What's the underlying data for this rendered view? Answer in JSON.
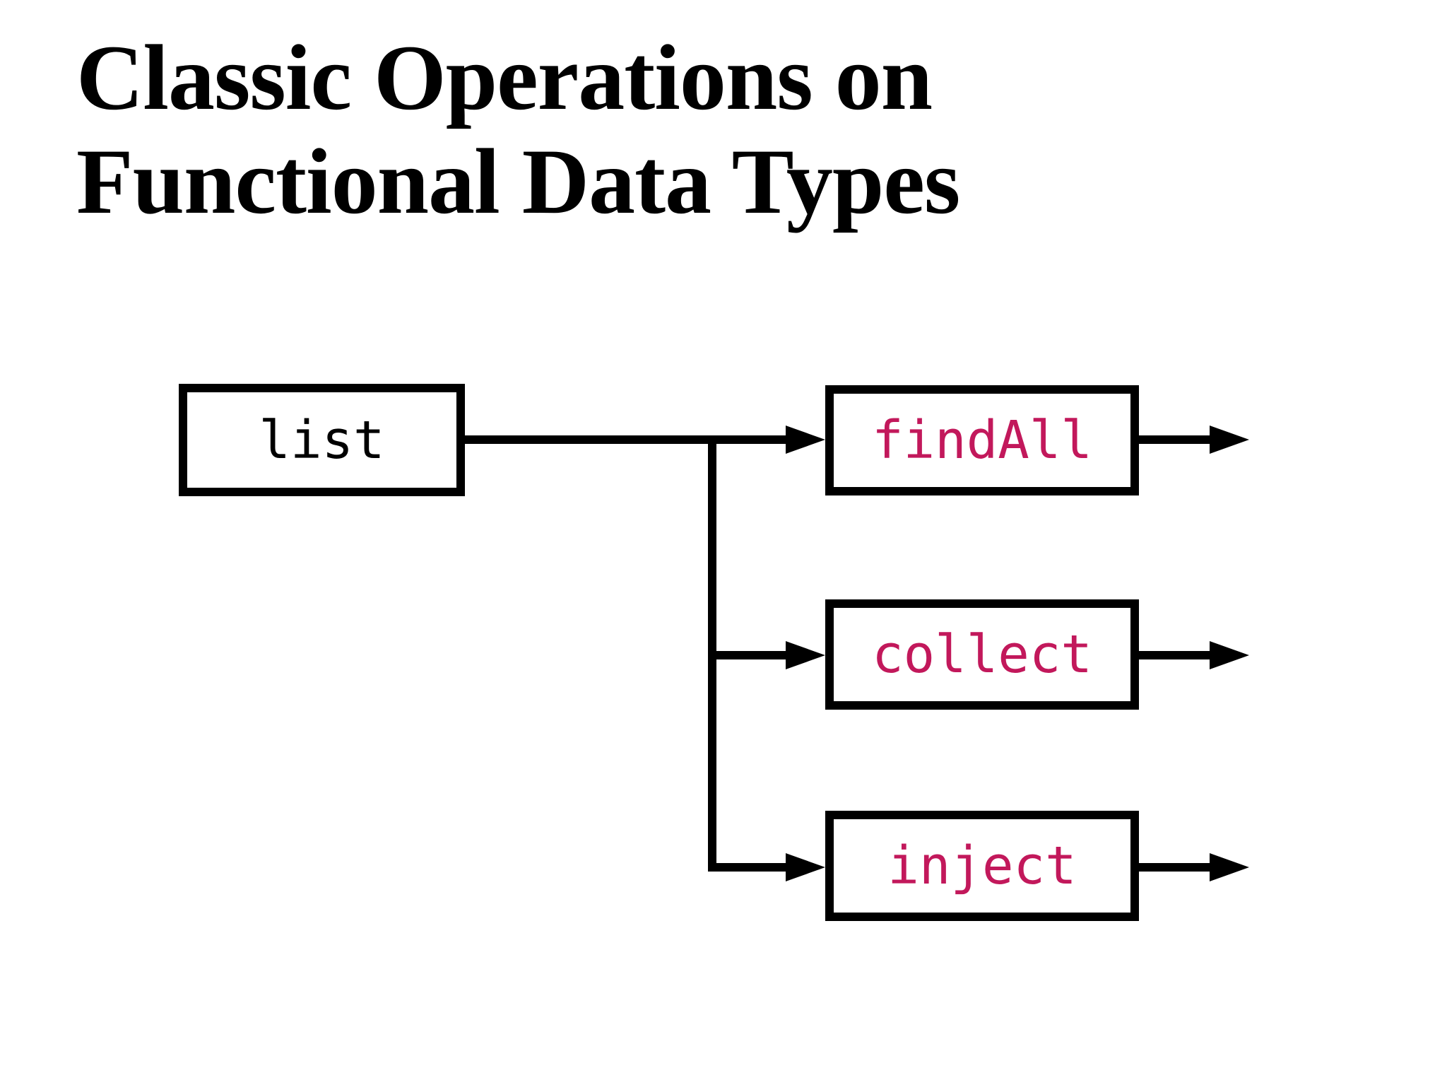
{
  "header": {
    "title_line1": "Classic Operations on",
    "title_line2": "Functional Data Types"
  },
  "diagram": {
    "source": {
      "label": "list"
    },
    "operations": [
      {
        "label": "findAll"
      },
      {
        "label": "collect"
      },
      {
        "label": "inject"
      }
    ],
    "flow": "list fans out to findAll, collect and inject; each operation has an outgoing arrow"
  },
  "colors": {
    "background": "#ffffff",
    "title-color": "#000000",
    "line-color": "#000000",
    "source-text": "#000000",
    "operation-text": "#c2185b"
  }
}
